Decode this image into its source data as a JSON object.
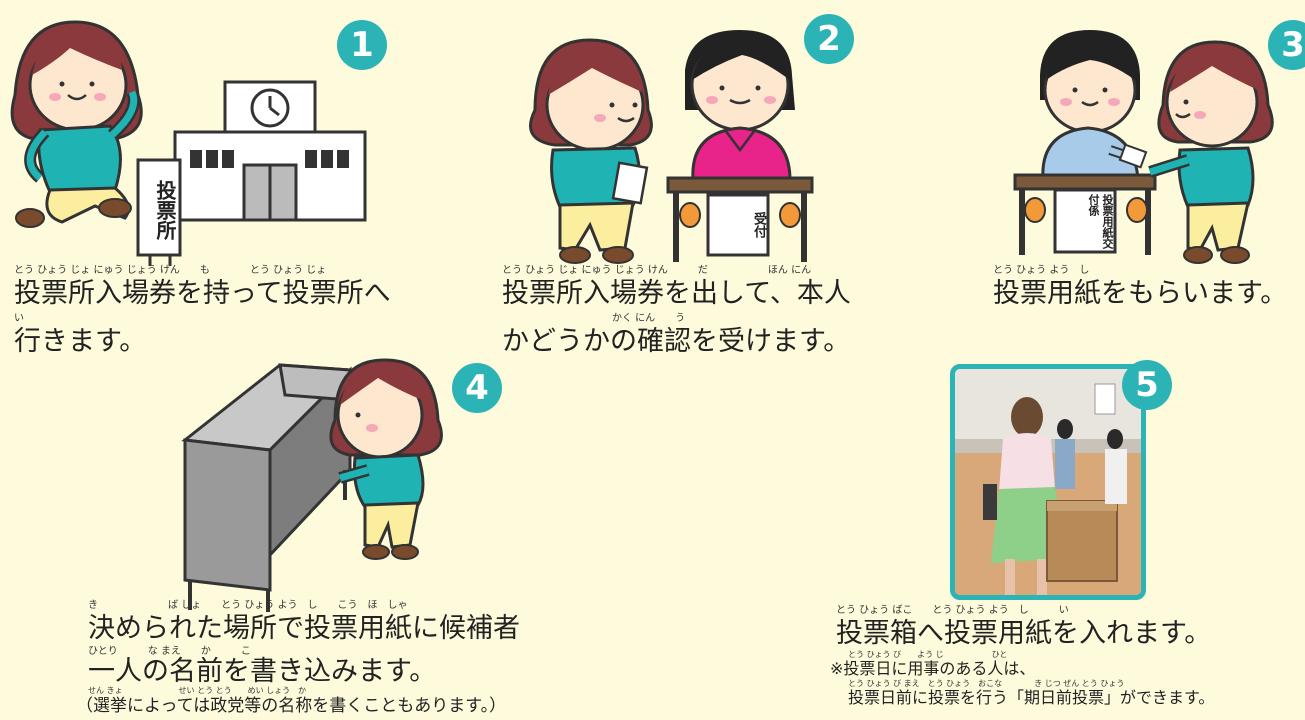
{
  "steps": [
    {
      "number": "1",
      "furigana": [
        "とう ひょう じょ にゅう じょう けん　　も　　　　とう ひょう じょ",
        "い"
      ],
      "lines": [
        "投票所入場券を持って投票所へ",
        "行きます。"
      ],
      "sign_text": "投票所"
    },
    {
      "number": "2",
      "furigana": [
        "とう ひょう じょ にゅう じょう けん　　　だ　　　　　　ほん にん",
        "かく にん　　う"
      ],
      "lines": [
        "投票所入場券を出して、本人",
        "かどうかの確認を受けます。"
      ],
      "desk_label": "受付"
    },
    {
      "number": "3",
      "furigana": [
        "とう ひょう よう　し"
      ],
      "lines": [
        "投票用紙をもらいます。"
      ],
      "desk_label": "投票用紙交付係"
    },
    {
      "number": "4",
      "furigana": [
        "き　　　　　　　ば しょ　　とう ひょう よう　し　　こう　ほ　しゃ",
        "ひとり　　　な まえ　　か　　　こ",
        "せん きょ　　　　　　　せい とう とう　　めい しょう　か"
      ],
      "lines": [
        "決められた場所で投票用紙に候補者",
        "一人の名前を書き込みます。",
        "（選挙によっては政党等の名称を書くこともあります。）"
      ]
    },
    {
      "number": "5",
      "furigana": [
        "とう ひょう ばこ　　とう ひょう よう　し　　　い",
        "とう ひょう び　　よう じ　　　　　　ひと",
        "とう ひょう び まえ　とう ひょう　おこな　　　　き じつ ぜん とう ひょう"
      ],
      "lines": [
        "投票箱へ投票用紙を入れます。",
        "※投票日に用事のある人は、",
        "投票日前に投票を行う「期日前投票」ができます。"
      ]
    }
  ],
  "colors": {
    "background": "#fefbdc",
    "accent": "#2bb3b6",
    "skin": "#fde8cf",
    "hair": "#8a3a3c",
    "shirt": "#1fb3b4",
    "pants": "#fbef9f",
    "pink_shirt": "#e8248a",
    "desk": "#7a5a3a",
    "booth": "#9a9a9a"
  }
}
